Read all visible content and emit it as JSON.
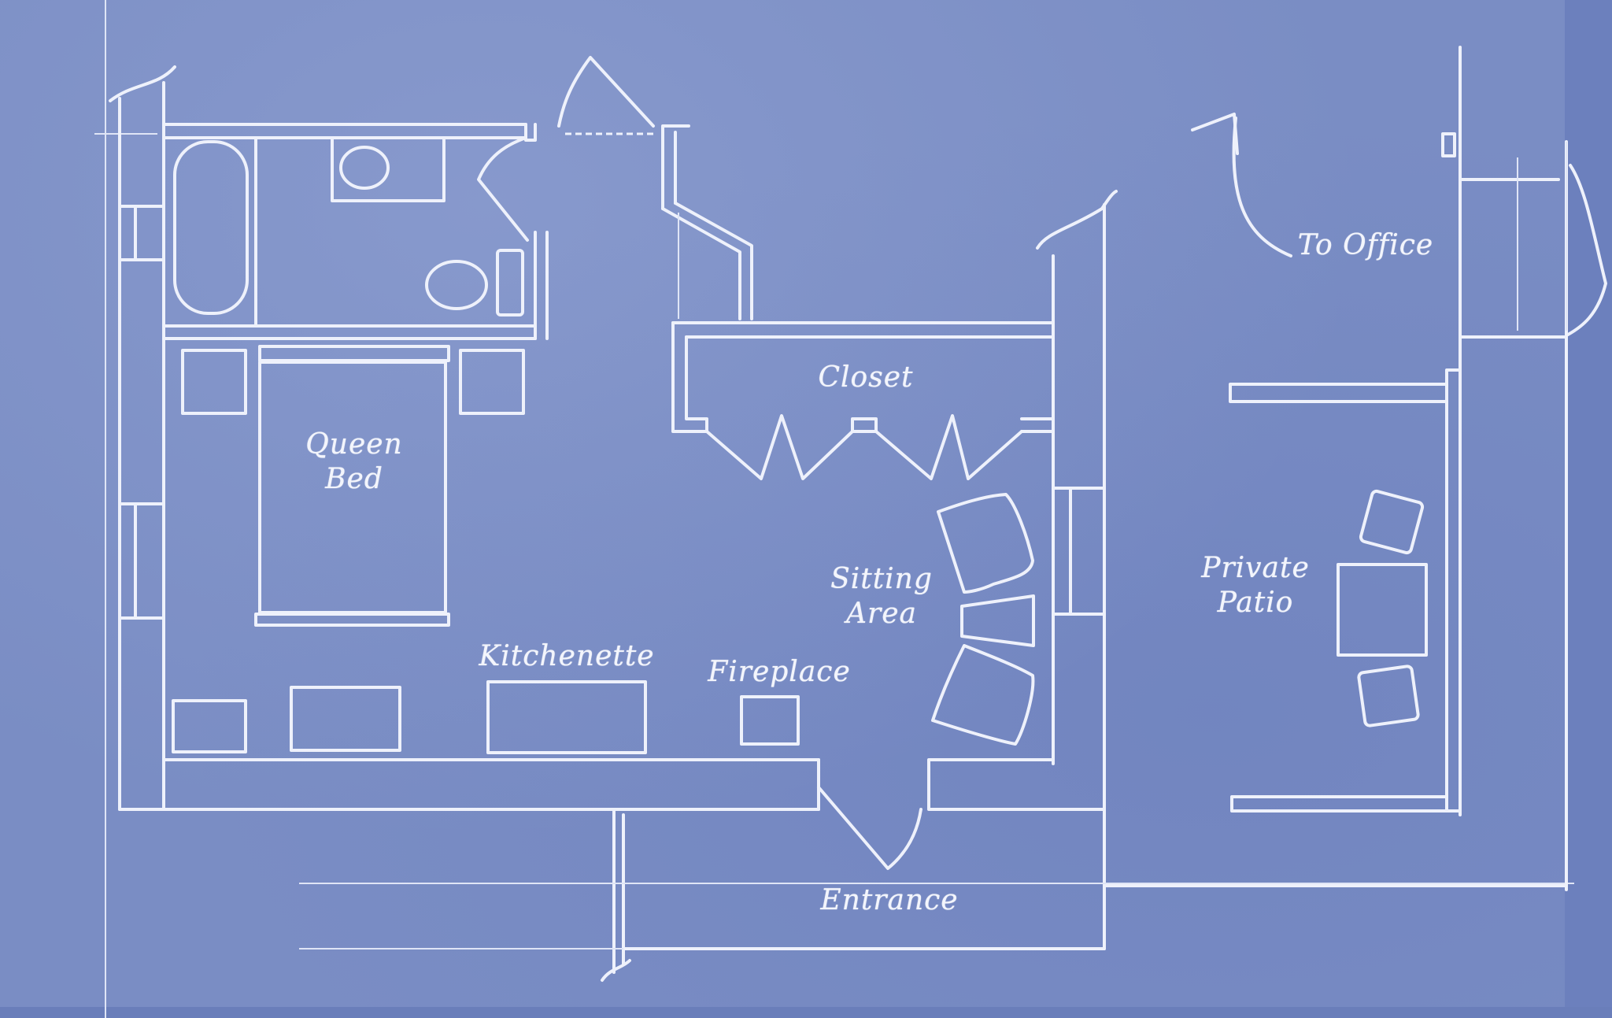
{
  "floorplan": {
    "colors": {
      "background": "#7a8dc4",
      "lines": "#eef1fb",
      "dark_edge": "#6c80bd"
    },
    "rooms": {
      "queen_bed": "Queen\nBed",
      "closet": "Closet",
      "sitting_area": "Sitting\nArea",
      "kitchenette": "Kitchenette",
      "fireplace": "Fireplace",
      "private_patio": "Private\nPatio",
      "entrance": "Entrance"
    },
    "annotations": {
      "to_office": "To Office",
      "to_office_arrow": "curved-arrow-up-icon"
    }
  }
}
